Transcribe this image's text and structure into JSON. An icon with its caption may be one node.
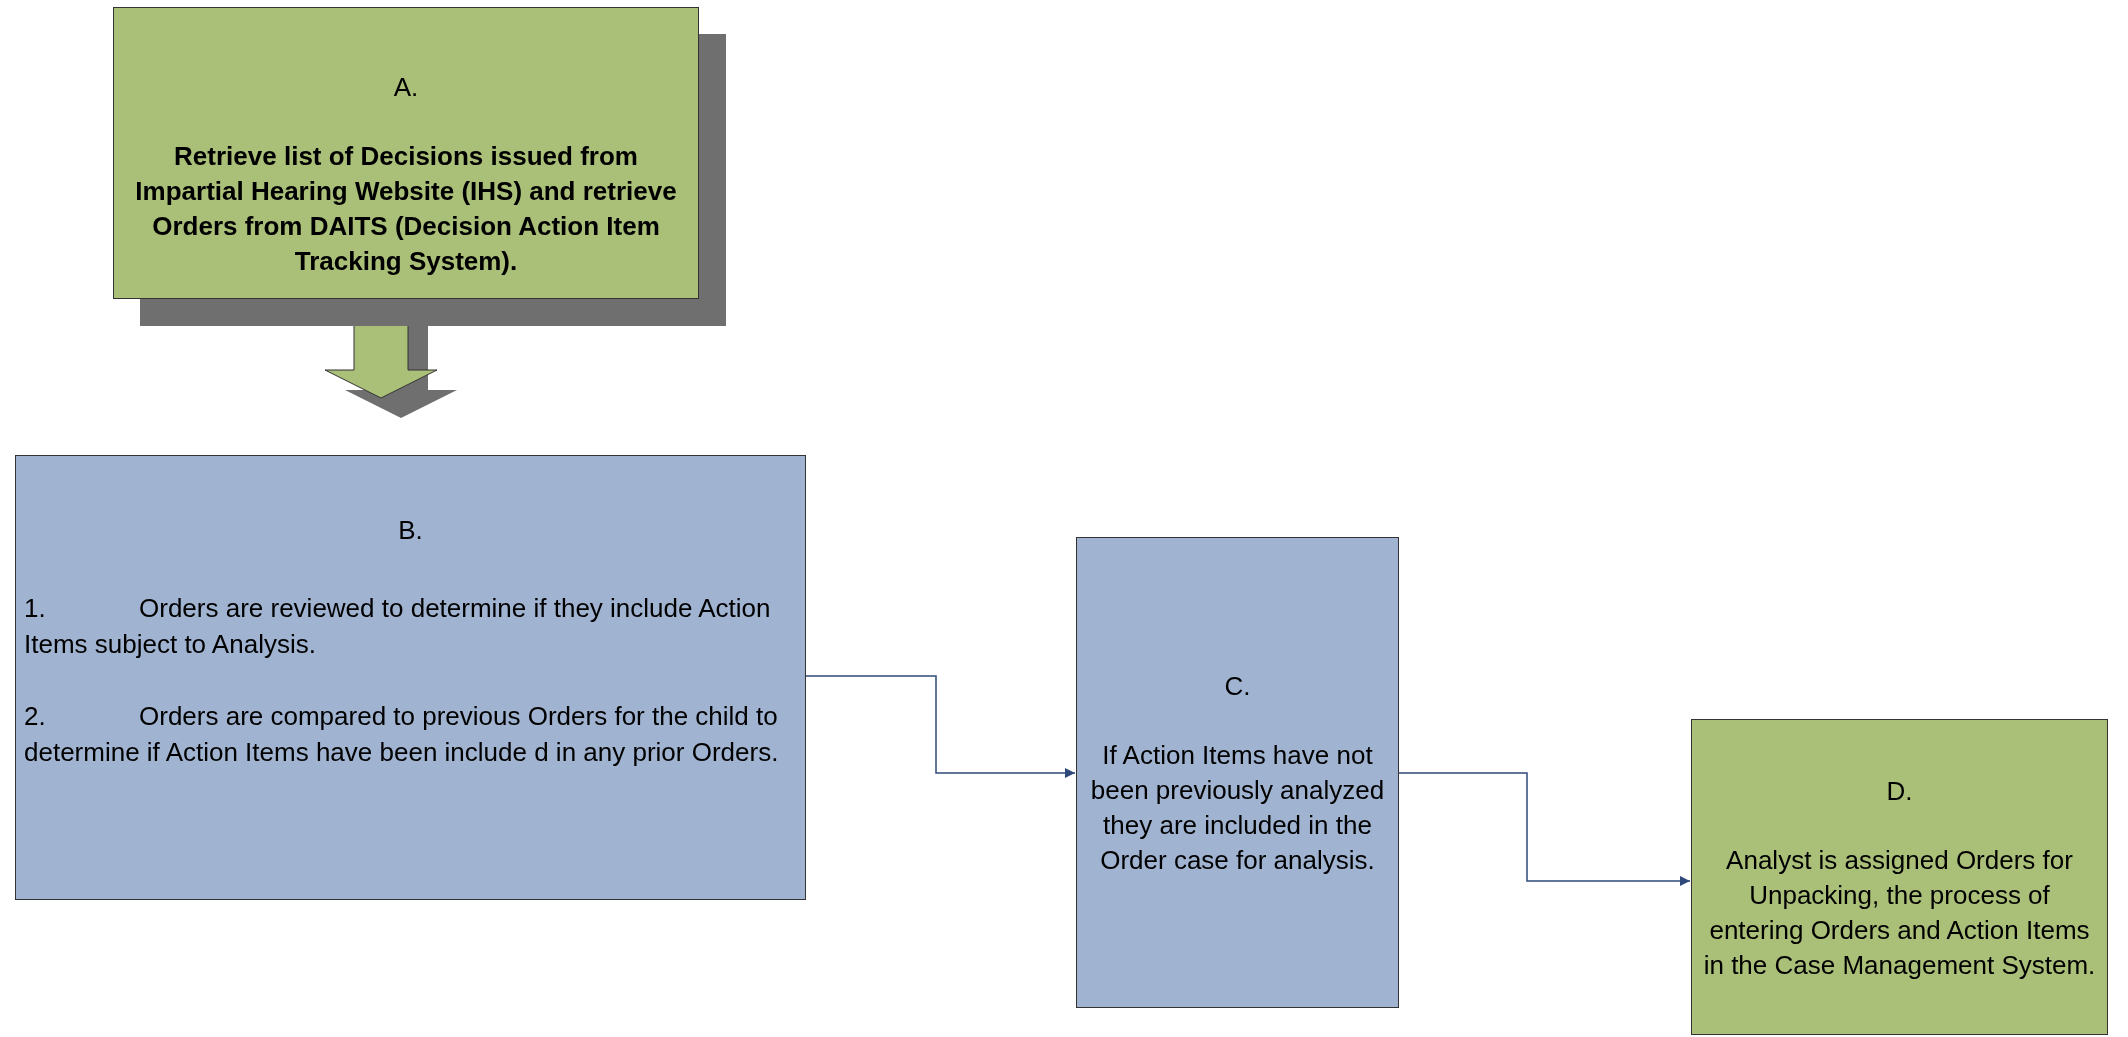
{
  "diagram": {
    "nodes": [
      {
        "text": [
          "A.",
          "Retrieve list of Decisions issued from Impartial Hearing Website (IHS) and retrieve Orders from DAITS (Decision Action Item Tracking System)."
        ]
      },
      {
        "text": [
          "B.",
          "1.",
          "Orders are reviewed to determine if they include Action Items subject to Analysis.",
          "2.",
          "Orders are compared to previous Orders for the child to determine if Action Items have been include d in any prior Orders."
        ]
      },
      {
        "text": [
          "C.",
          "If Action Items have not been previously analyzed they are included in the Order case for analysis."
        ]
      },
      {
        "text": [
          "D.",
          "Analyst is assigned Orders for Unpacking, the process of entering Orders and Action Items in the Case Management System."
        ]
      }
    ],
    "edges": [
      {
        "from": 0,
        "to": 1,
        "arrow": "to",
        "style": "thick",
        "color": "#aabf78"
      },
      {
        "from": 1,
        "to": 2,
        "arrow": "to"
      },
      {
        "from": 2,
        "to": 3,
        "arrow": "to"
      }
    ]
  }
}
